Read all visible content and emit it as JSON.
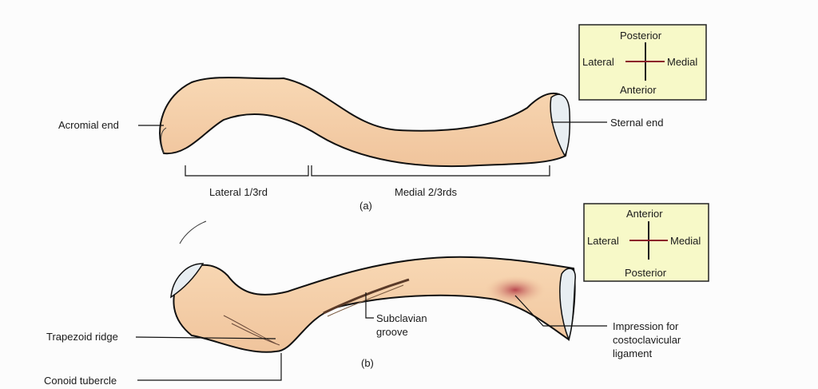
{
  "figure_a": {
    "caption": "(a)",
    "labels": {
      "acromial_end": "Acromial end",
      "sternal_end": "Sternal end",
      "lateral_third": "Lateral 1/3rd",
      "medial_two_thirds": "Medial 2/3rds"
    },
    "orientation": {
      "top": "Posterior",
      "bottom": "Anterior",
      "left": "Lateral",
      "right": "Medial"
    }
  },
  "figure_b": {
    "caption": "(b)",
    "labels": {
      "trapezoid_ridge": "Trapezoid ridge",
      "conoid_tubercle": "Conoid tubercle",
      "subclavian_groove_1": "Subclavian",
      "subclavian_groove_2": "groove",
      "impression_1": "Impression for",
      "impression_2": "costoclavicular",
      "impression_3": "ligament"
    },
    "orientation": {
      "top": "Anterior",
      "bottom": "Posterior",
      "left": "Lateral",
      "right": "Medial"
    }
  },
  "colors": {
    "bone": "#f6cfa8",
    "box": "#f7f9c8",
    "impression": "#b8464e"
  }
}
